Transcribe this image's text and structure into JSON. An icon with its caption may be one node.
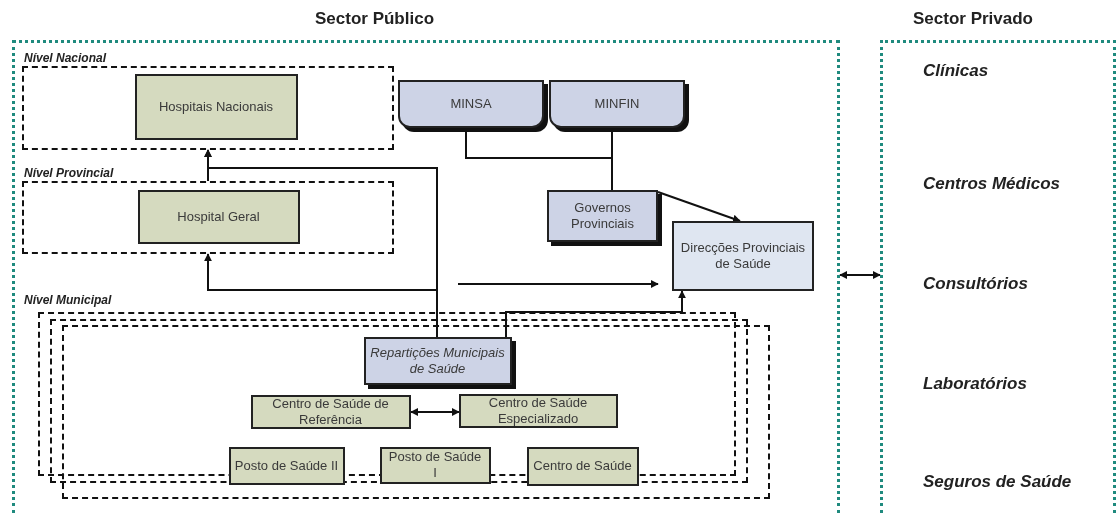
{
  "diagram": {
    "nodes": [
      {
        "text": [
          "Sector Público"
        ]
      },
      {
        "text": [
          "Nível Nacional"
        ],
        "in": 0
      },
      {
        "text": [
          "Hospitais Nacionais"
        ],
        "in": 1
      },
      {
        "text": [
          "Nível Provincial"
        ],
        "in": 0
      },
      {
        "text": [
          "Hospital Geral"
        ],
        "in": 3
      },
      {
        "text": [
          "MINSA"
        ],
        "in": 0
      },
      {
        "text": [
          "MINFIN"
        ],
        "in": 0
      },
      {
        "text": [
          "Governos Provinciais"
        ],
        "in": 0
      },
      {
        "text": [
          "Direcções Provinciais de Saúde"
        ],
        "in": 0
      },
      {
        "text": [
          "Nível Municipal"
        ],
        "in": 0
      },
      {
        "text": [
          "Repartições Municipais de Saúde"
        ],
        "in": 9
      },
      {
        "text": [
          "Centro de Saúde de Referência"
        ],
        "in": 9
      },
      {
        "text": [
          "Centro de Saúde Especializado"
        ],
        "in": 9
      },
      {
        "text": [
          "Posto de Saúde II"
        ],
        "in": 9
      },
      {
        "text": [
          "Posto de Saúde I"
        ],
        "in": 9
      },
      {
        "text": [
          "Centro de Saúde"
        ],
        "in": 9
      },
      {
        "text": [
          "Sector Privado",
          "Clínicas",
          "Centros Médicos",
          "Consultórios",
          "Laboratórios",
          "Seguros de Saúde"
        ]
      }
    ],
    "edges": [
      {
        "from": 5,
        "to": 7,
        "arrow": "none"
      },
      {
        "from": 6,
        "to": 7,
        "arrow": "none"
      },
      {
        "from": 7,
        "to": 8,
        "arrow": "to"
      },
      {
        "from": 3,
        "to": 1,
        "arrow": "to"
      },
      {
        "from": 10,
        "to": 1,
        "arrow": "to"
      },
      {
        "from": 10,
        "to": 3,
        "arrow": "to"
      },
      {
        "from": null,
        "to": 8,
        "arrow": "to"
      },
      {
        "from": 10,
        "to": 8,
        "arrow": "to"
      },
      {
        "from": 11,
        "to": 12,
        "arrow": "both"
      },
      {
        "from": 0,
        "to": 16,
        "arrow": "both"
      }
    ]
  }
}
